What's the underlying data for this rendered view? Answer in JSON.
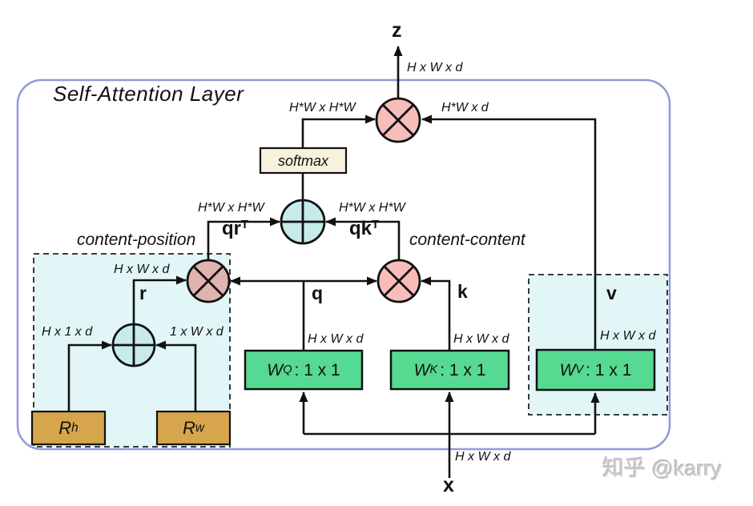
{
  "title": "Self-Attention Layer",
  "watermark": "知乎 @karry",
  "labels": {
    "z": "z",
    "x": "x",
    "q": "q",
    "k": "k",
    "v": "v",
    "r": "r",
    "softmax": "softmax",
    "content_position": "content-position",
    "content_content": "content-content",
    "qr": {
      "base": "qr",
      "sup": "T"
    },
    "qk": {
      "base": "qk",
      "sup": "T"
    }
  },
  "dims": {
    "hwd": "H x W x d",
    "hwxhw": "H*W x H*W",
    "hwxd": "H*W x d",
    "hx1xd": "H x 1 x d",
    "x1wxd": "1 x W x d"
  },
  "boxes": {
    "wq": {
      "base": "W",
      "sub": "Q",
      "suffix": ": 1 x 1"
    },
    "wk": {
      "base": "W",
      "sub": "K",
      "suffix": ": 1 x 1"
    },
    "wv": {
      "base": "W",
      "sub": "V",
      "suffix": ": 1 x 1"
    },
    "rh": {
      "base": "R",
      "sub": "h"
    },
    "rw": {
      "base": "R",
      "sub": "w"
    }
  },
  "colors": {
    "outer-border": "#9199d8",
    "mult-pink": "#f8bcba",
    "mult-rose": "#e0b3b0",
    "add-cyan": "#c7ebeb",
    "panel-cyan": "#e2f6f8",
    "softmax-cream": "#f7f2dc",
    "conv-green": "#56d991",
    "rel-tan": "#d7a54b",
    "line": "#111111",
    "watermark": "#c7c7c7"
  }
}
